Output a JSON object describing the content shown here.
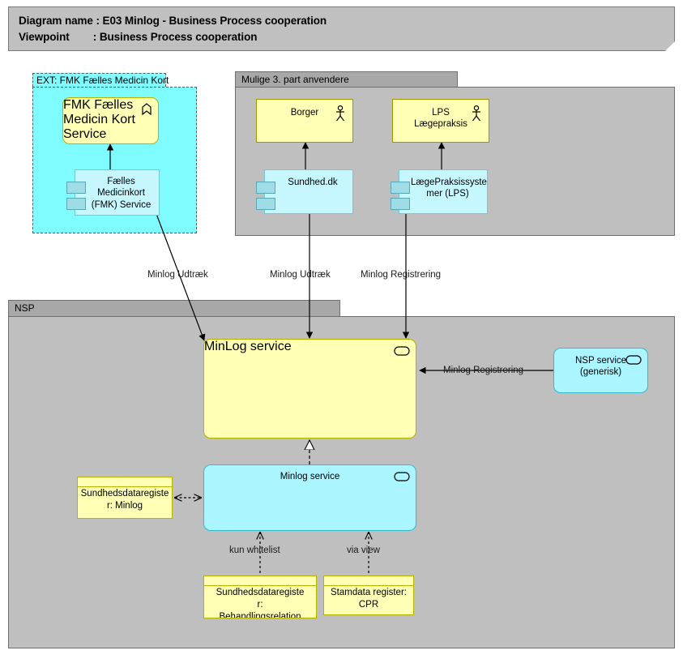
{
  "title_note": {
    "line1": "Diagram name : E03 Minlog - Business Process cooperation",
    "line2": "Viewpoint        : Business Process cooperation"
  },
  "groups": {
    "ext": {
      "label": "EXT: FMK Fælles Medicin Kort"
    },
    "third_party": {
      "label": "Mulige 3. part anvendere"
    },
    "nsp": {
      "label": "NSP"
    }
  },
  "nodes": {
    "fmk_service": {
      "label": "FMK Fælles\nMedicin Kort\nService",
      "icon": "process-icon"
    },
    "fmk_component": {
      "label": "Fælles\nMedicinkort\n(FMK) Service",
      "icon": "component-ports-icon"
    },
    "borger": {
      "label": "Borger",
      "icon": "actor-icon"
    },
    "lps": {
      "label": "LPS\nLægepraksis",
      "icon": "actor-icon"
    },
    "sundhed_dk": {
      "label": "Sundhed.dk",
      "icon": "component-ports-icon"
    },
    "lps_system": {
      "label": "LægePraksissyste\nmer (LPS)",
      "icon": "component-ports-icon"
    },
    "minlog_service_app": {
      "label": "MinLog service",
      "icon": "service-icon"
    },
    "nsp_service_generisk": {
      "label": "NSP service\n(generisk)",
      "icon": "service-icon"
    },
    "minlog_service_tech": {
      "label": "Minlog service",
      "icon": "service-icon"
    },
    "sundhedsdataregister_minlog": {
      "label": "Sundhedsdataregiste\nr: Minlog",
      "icon": "data-object-icon"
    },
    "sundhedsdataregister_behandlingsrelation": {
      "label": "Sundhedsdataregiste\nr:\nBehandlingsrelation",
      "icon": "data-object-icon"
    },
    "stamdata_register_cpr": {
      "label": "Stamdata register:\nCPR",
      "icon": "data-object-icon"
    }
  },
  "connector_labels": {
    "fmk_to_minlog": "Minlog Udtræk",
    "sundheddk_to_minlog": "Minlog Udtræk",
    "lps_to_minlog": "Minlog Registrering",
    "nspservice_to_minlog": "Minlog Registrering",
    "behandlingsrelation_to_minlog": "kun whitelist",
    "cpr_to_minlog": "via view"
  },
  "colors": {
    "yellow_fill": "#ffffb5",
    "yellow_border": "#b3b300",
    "cyan_fill": "#aaf5ff",
    "cyan_light_fill": "#c6f7ff",
    "cyan_group_fill": "#7ffcff",
    "group_body_gray": "#bfbfbf",
    "group_tab_gray": "#a8a8a8",
    "title_gray": "#c0c0c0",
    "line_color": "#000000"
  }
}
